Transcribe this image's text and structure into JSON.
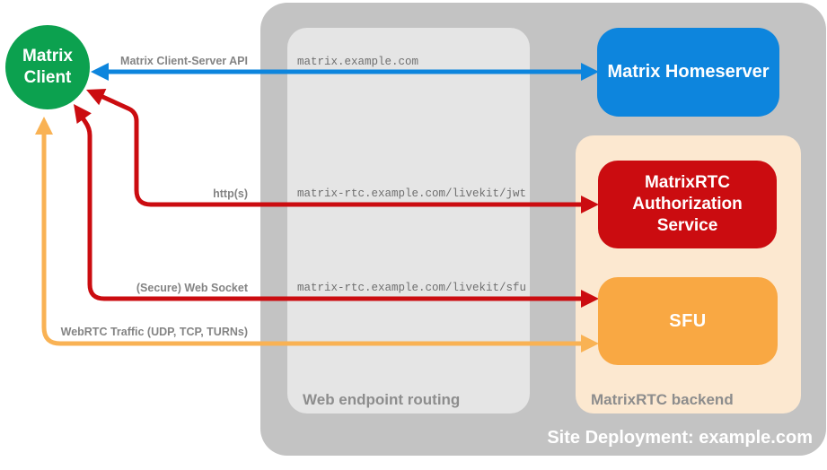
{
  "client": {
    "line1": "Matrix",
    "line2": "Client"
  },
  "homeserver": {
    "label": "Matrix Homeserver"
  },
  "auth_service": {
    "line1": "MatrixRTC",
    "line2": "Authorization",
    "line3": "Service"
  },
  "sfu": {
    "label": "SFU"
  },
  "routing": {
    "caption": "Web endpoint routing",
    "endpoints": [
      "matrix.example.com",
      "matrix-rtc.example.com/livekit/jwt",
      "matrix-rtc.example.com/livekit/sfu"
    ]
  },
  "backend": {
    "caption": "MatrixRTC backend"
  },
  "deployment": {
    "caption": "Site Deployment: example.com"
  },
  "connections": [
    {
      "label": "Matrix Client-Server API",
      "color": "#0d85dd",
      "style": "bidirectional"
    },
    {
      "label": "http(s)",
      "color": "#cb0c10",
      "style": "bidirectional"
    },
    {
      "label": "(Secure) Web Socket",
      "color": "#cb0c10",
      "style": "bidirectional"
    },
    {
      "label": "WebRTC Traffic (UDP, TCP, TURNs)",
      "color": "#f9b254",
      "style": "bidirectional"
    }
  ],
  "colors": {
    "client_green": "#0ca14f",
    "homeserver_blue": "#0d85dd",
    "auth_red": "#cb0c10",
    "sfu_orange": "#f9a843",
    "webrtc_arrow_orange": "#f9b254",
    "backend_peach": "#fce8d0",
    "container_gray": "#c3c3c3",
    "routing_gray": "#e5e5e5",
    "label_gray": "#848484",
    "text_white": "#ffffff"
  }
}
